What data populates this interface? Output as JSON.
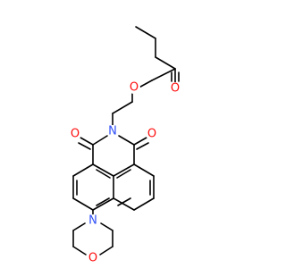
{
  "molecule": {
    "atoms": {
      "ester_O": {
        "label": "O",
        "color": "#ff0d0d"
      },
      "carbonyl_O_ester": {
        "label": "O",
        "color": "#ff0d0d"
      },
      "imide_N": {
        "label": "N",
        "color": "#3050f8"
      },
      "imide_O_left": {
        "label": "O",
        "color": "#ff0d0d"
      },
      "imide_O_right": {
        "label": "O",
        "color": "#ff0d0d"
      },
      "morpholine_N": {
        "label": "N",
        "color": "#3050f8"
      },
      "morpholine_O": {
        "label": "O",
        "color": "#ff0d0d"
      }
    }
  }
}
